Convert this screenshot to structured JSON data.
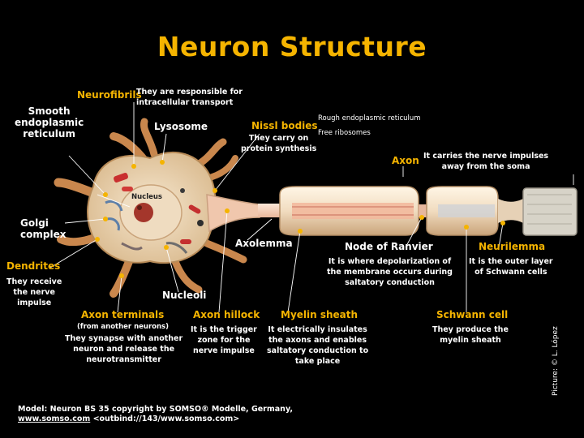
{
  "title": "Neuron Structure",
  "labels": {
    "smooth_er": "Smooth\nendoplasmic\nreticulum",
    "neurofibrils": "Neurofibrils",
    "neurofibrils_desc": "They are responsible  for\nintracellular transport",
    "lysosome": "Lysosome",
    "nissl": "Nissl bodies",
    "nissl_desc": "They carry on\nprotein synthesis",
    "rough_er": "Rough endoplasmic  reticulum",
    "free_ribosomes": "Free ribosomes",
    "axon": "Axon",
    "axon_desc": "It carries the nerve impulses\n away from the soma",
    "nucleus": "Nucleus",
    "golgi": "Golgi\ncomplex",
    "axolemma": "Axolemma",
    "node": "Node of Ranvier",
    "node_desc": "It is where depolarization  of\nthe membrane occurs during\nsaltatory conduction",
    "neurilemma": "Neurilemma",
    "neurilemma_desc": "It is the outer layer\nof Schwann  cells",
    "dendrites": "Dendrites",
    "dendrites_desc": "They receive\nthe nerve\nimpulse",
    "nucleoli": "Nucleoli",
    "axon_terminals": "Axon terminals",
    "axon_terminals_sub": "(from another neurons)",
    "axon_terminals_desc": "They synapse with another\nneuron  and release the\nneurotransmitter",
    "axon_hillock": "Axon hillock",
    "axon_hillock_desc": "It is the trigger\nzone for the\nnerve impulse",
    "myelin": "Myelin sheath",
    "myelin_desc": "It electrically insulates\nthe axons  and enables\nsaltatory conduction to\ntake place",
    "schwann": "Schwann cell",
    "schwann_desc": "They produce the\nmyelin sheath"
  },
  "footer": {
    "model_line1": "Model:  Neuron BS 35 copyright by SOMSO® Modelle,  Germany,",
    "model_line2_link": "www.somso.com",
    "model_line2_rest": " <outbind://143/www.somso.com>",
    "credit": "Picture: © L. López"
  },
  "colors": {
    "title": "#f5b400",
    "label_yellow": "#f5b400",
    "label_white": "#ffffff",
    "background": "#000000"
  }
}
